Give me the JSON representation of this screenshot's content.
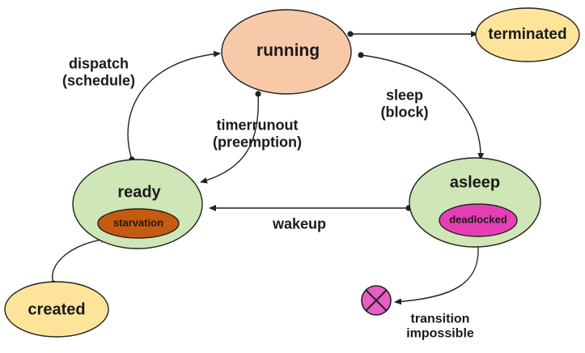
{
  "states": {
    "running": "running",
    "terminated": "terminated",
    "ready": "ready",
    "starvation": "starvation",
    "asleep": "asleep",
    "deadlocked": "deadlocked",
    "created": "created"
  },
  "transitions": {
    "dispatch_line1": "dispatch",
    "dispatch_line2": "(schedule)",
    "timer_line1": "timerrunout",
    "timer_line2": "(preemption)",
    "sleep_line1": "sleep",
    "sleep_line2": "(block)",
    "wakeup": "wakeup",
    "impossible_line1": "transition",
    "impossible_line2": "impossible"
  },
  "colors": {
    "running_fill": "#f8c9a8",
    "terminated_fill": "#fde49a",
    "created_fill": "#fde49a",
    "ready_fill": "#cfe6b6",
    "asleep_fill": "#cfe6b6",
    "starvation_fill": "#c55a11",
    "deadlocked_fill": "#e63fb6",
    "impossible_fill": "#e85ec4",
    "stroke": "#222222"
  }
}
